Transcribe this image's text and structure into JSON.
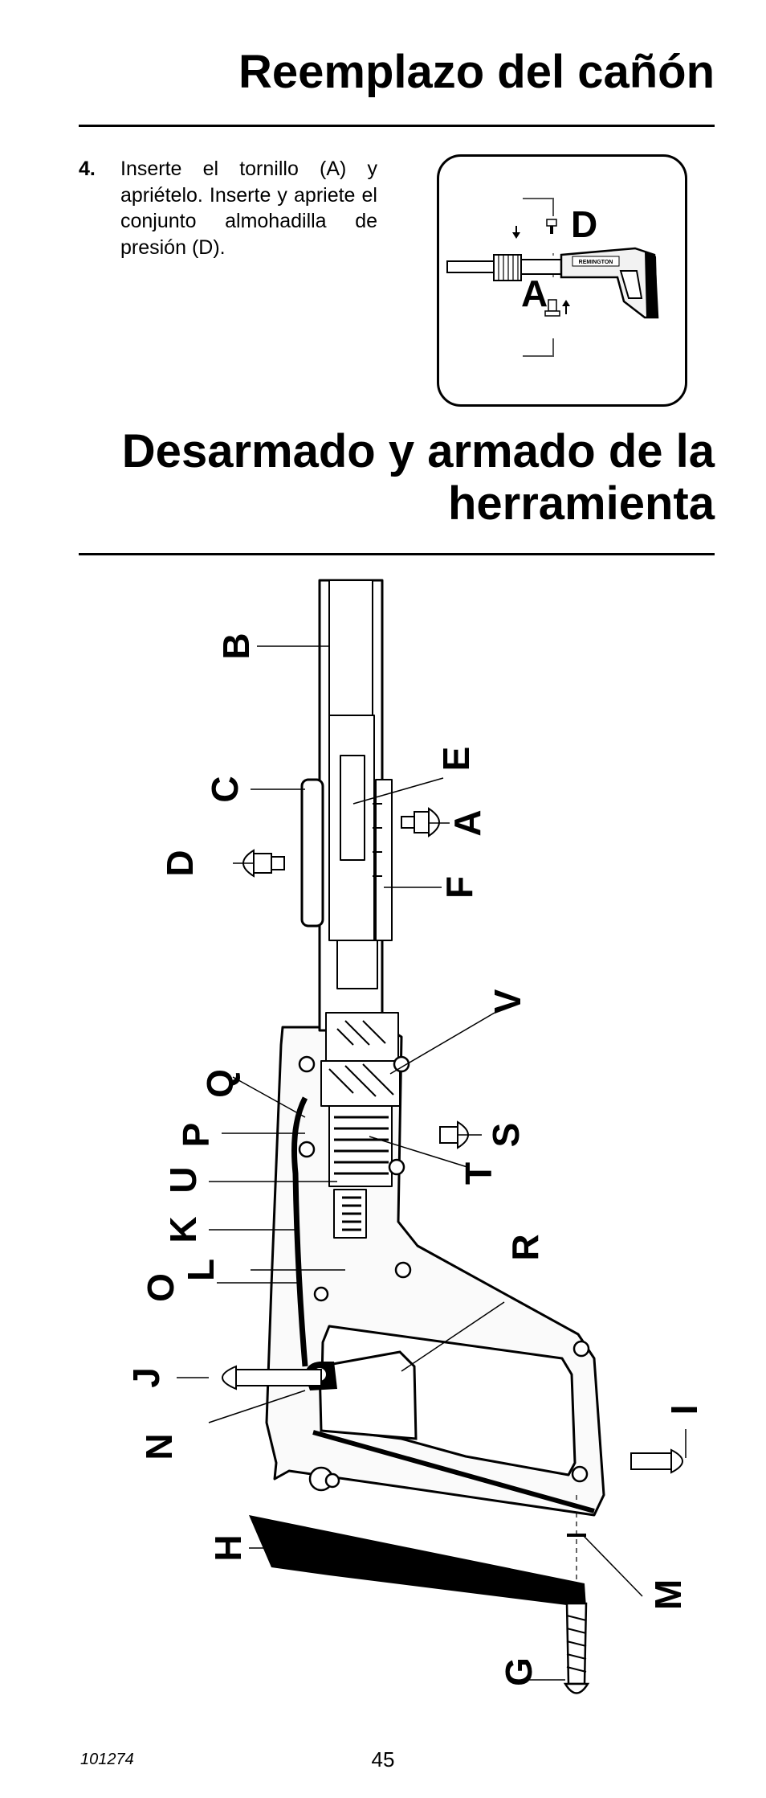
{
  "section1": {
    "title": "Reemplazo del cañón"
  },
  "step": {
    "number": "4.",
    "text": "Inserte el tornillo (A) y apriételo. Inserte y apriete el conjunto almohadilla de presión (D)."
  },
  "inset": {
    "label_d": "D",
    "label_a": "A",
    "brand": "REMINGTON"
  },
  "section2": {
    "title_line1": "Desarmado y armado de la",
    "title_line2": "herramienta"
  },
  "diagram": {
    "labels": {
      "A": "A",
      "B": "B",
      "C": "C",
      "D": "D",
      "E": "E",
      "F": "F",
      "G": "G",
      "H": "H",
      "I": "I",
      "J": "J",
      "K": "K",
      "L": "L",
      "M": "M",
      "N": "N",
      "O": "O",
      "P": "P",
      "Q": "Q",
      "R": "R",
      "S": "S",
      "T": "T",
      "U": "U",
      "V": "V"
    }
  },
  "footer": {
    "code": "101274",
    "page": "45"
  }
}
